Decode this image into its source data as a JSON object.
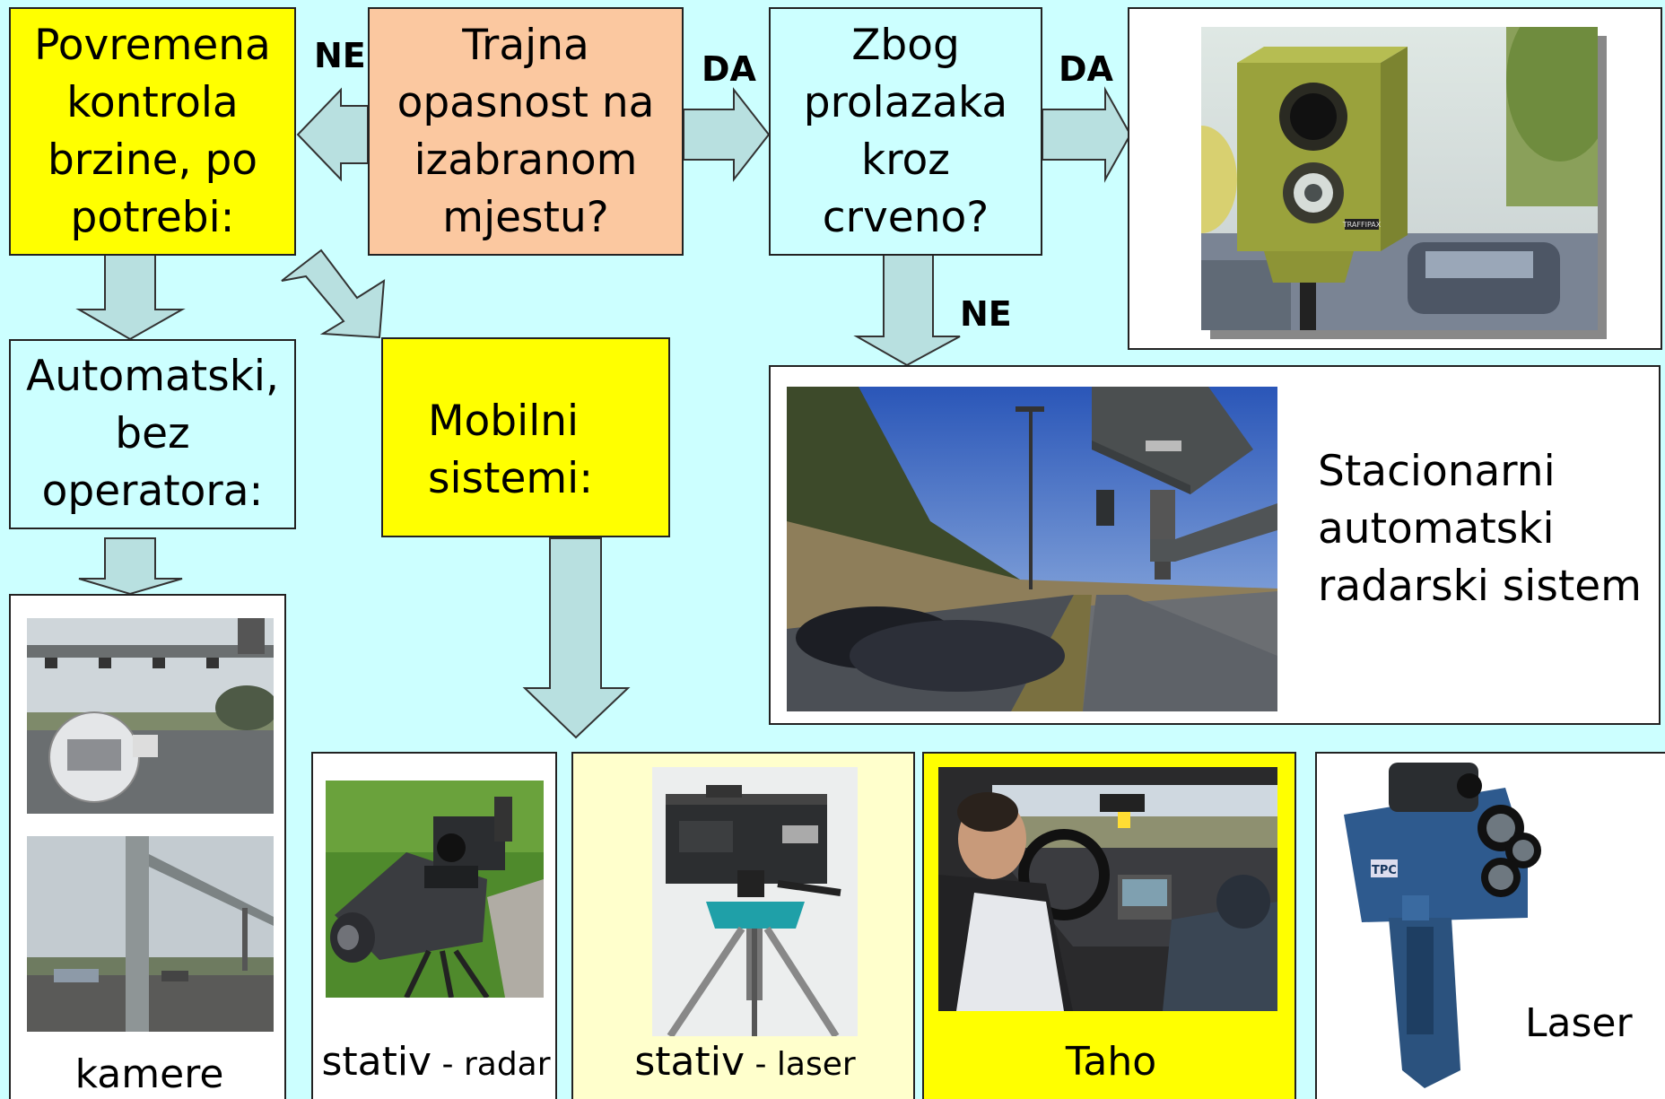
{
  "boxes": {
    "periodic": [
      "Povremena",
      "kontrola",
      "brzine, po",
      "potrebi:"
    ],
    "danger": [
      "Trajna",
      "opasnost na",
      "izabranom",
      "mjestu?"
    ],
    "redlight": [
      "Zbog",
      "prolazaka",
      "kroz",
      "crveno?"
    ],
    "automatic": [
      "Automatski,",
      "bez",
      "operatora:"
    ],
    "mobile": [
      "Mobilni",
      "sistemi:"
    ],
    "stationary": [
      "Stacionarni",
      "automatski",
      "radarski sistem"
    ]
  },
  "arrow_labels": {
    "ne_left": "NE",
    "da_middle": "DA",
    "da_right": "DA",
    "ne_down": "NE"
  },
  "captions": {
    "cameras": "kamere",
    "tripod_radar_main": "stativ",
    "tripod_radar_sub": " - radar",
    "tripod_laser_main": "stativ",
    "tripod_laser_sub": " - laser",
    "taho": "Taho",
    "laser": "Laser"
  },
  "brand_marks": {
    "traffipax": "TRAFFIPAX",
    "gun": "TPC"
  },
  "colors": {
    "background": "#ccffff",
    "yellow": "#ffff00",
    "salmon": "#fbc8a0",
    "light_yellow": "#ffffcc",
    "arrow_fill": "#b8e0e0"
  }
}
